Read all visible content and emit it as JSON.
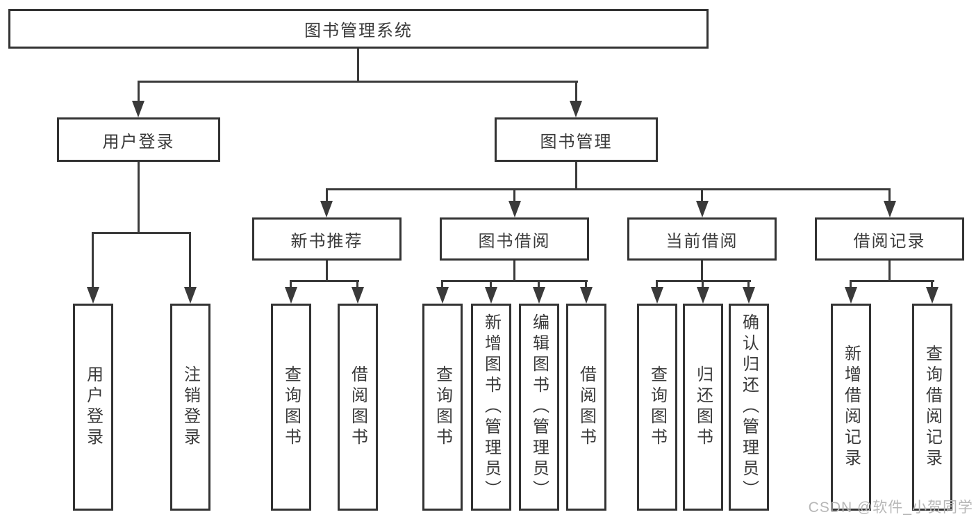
{
  "diagram": {
    "root": {
      "label": "图书管理系统"
    },
    "level2": {
      "user": {
        "label": "用户登录"
      },
      "mgmt": {
        "label": "图书管理"
      }
    },
    "level3": {
      "newbook": {
        "label": "新书推荐"
      },
      "borrow": {
        "label": "图书借阅"
      },
      "current": {
        "label": "当前借阅"
      },
      "record": {
        "label": "借阅记录"
      }
    },
    "leaves": {
      "user": [
        "用户登录",
        "注销登录"
      ],
      "newbook": [
        "查询图书",
        "借阅图书"
      ],
      "borrow": [
        "查询图书",
        "新增图书（管理员）",
        "编辑图书（管理员）",
        "借阅图书"
      ],
      "current": [
        "查询图书",
        "归还图书",
        "确认归还（管理员）"
      ],
      "record": [
        "新增借阅记录",
        "查询借阅记录"
      ]
    },
    "watermark": "CSDN @软件_小贺同学",
    "colors": {
      "line": "#3a3a3a",
      "box_border": "#333333",
      "box_fill": "#ffffff",
      "text": "#3a3a3a",
      "watermark": "#b7b7b7",
      "background": "#ffffff"
    }
  }
}
